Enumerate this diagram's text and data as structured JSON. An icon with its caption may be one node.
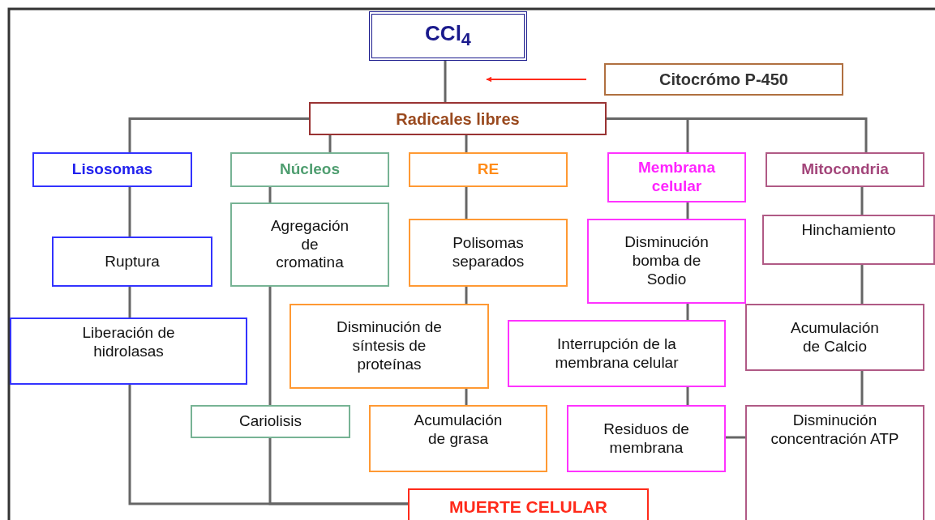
{
  "diagram": {
    "nodes": [
      {
        "text": [
          "CCl$_{4}$"
        ]
      },
      {
        "text": [
          "Citocrómo P-450"
        ]
      },
      {
        "text": [
          "Radicales libres"
        ]
      },
      {
        "text": [
          "Lisosomas"
        ]
      },
      {
        "text": [
          "Núcleos"
        ]
      },
      {
        "text": [
          "RE"
        ]
      },
      {
        "text": [
          "Membrana celular"
        ]
      },
      {
        "text": [
          "Mitocondria"
        ]
      },
      {
        "text": [
          "Ruptura"
        ]
      },
      {
        "text": [
          "Agregación de cromatina"
        ]
      },
      {
        "text": [
          "Polisomas separados"
        ]
      },
      {
        "text": [
          "Disminución bomba de Sodio"
        ]
      },
      {
        "text": [
          "Hinchamiento"
        ]
      },
      {
        "text": [
          "Liberación de hidrolasas"
        ]
      },
      {
        "text": [
          "Disminución de síntesis de proteínas"
        ]
      },
      {
        "text": [
          "Interrupción de la membrana celular"
        ]
      },
      {
        "text": [
          "Acumulación de Calcio"
        ]
      },
      {
        "text": [
          "Cariolisis"
        ]
      },
      {
        "text": [
          "Acumulación de grasa"
        ]
      },
      {
        "text": [
          "Residuos de membrana"
        ]
      },
      {
        "text": [
          "Disminución concentración ATP"
        ]
      },
      {
        "text": [
          "MUERTE CELULAR"
        ]
      }
    ],
    "edges": [
      {
        "from": 0,
        "to": 2,
        "arrow": "none"
      },
      {
        "from": 1,
        "to": 0,
        "arrow": "to",
        "color": "#ff2a1a"
      },
      {
        "from": 2,
        "to": 3,
        "arrow": "none"
      },
      {
        "from": 2,
        "to": 4,
        "arrow": "none"
      },
      {
        "from": 2,
        "to": 5,
        "arrow": "none"
      },
      {
        "from": 2,
        "to": 6,
        "arrow": "none"
      },
      {
        "from": 2,
        "to": 7,
        "arrow": "none"
      },
      {
        "from": 3,
        "to": 8,
        "arrow": "none"
      },
      {
        "from": 8,
        "to": 13,
        "arrow": "none"
      },
      {
        "from": 13,
        "to": 21,
        "arrow": "none"
      },
      {
        "from": 4,
        "to": 9,
        "arrow": "none"
      },
      {
        "from": 9,
        "to": 17,
        "arrow": "none"
      },
      {
        "from": 17,
        "to": 21,
        "arrow": "none"
      },
      {
        "from": 5,
        "to": 10,
        "arrow": "none"
      },
      {
        "from": 10,
        "to": 14,
        "arrow": "none"
      },
      {
        "from": 14,
        "to": 18,
        "arrow": "none"
      },
      {
        "from": 6,
        "to": 11,
        "arrow": "none"
      },
      {
        "from": 11,
        "to": 15,
        "arrow": "none"
      },
      {
        "from": 15,
        "to": 19,
        "arrow": "none"
      },
      {
        "from": 19,
        "to": 20,
        "arrow": "none"
      },
      {
        "from": 7,
        "to": 12,
        "arrow": "none"
      },
      {
        "from": 12,
        "to": 16,
        "arrow": "none"
      },
      {
        "from": 16,
        "to": 20,
        "arrow": "none"
      }
    ]
  }
}
